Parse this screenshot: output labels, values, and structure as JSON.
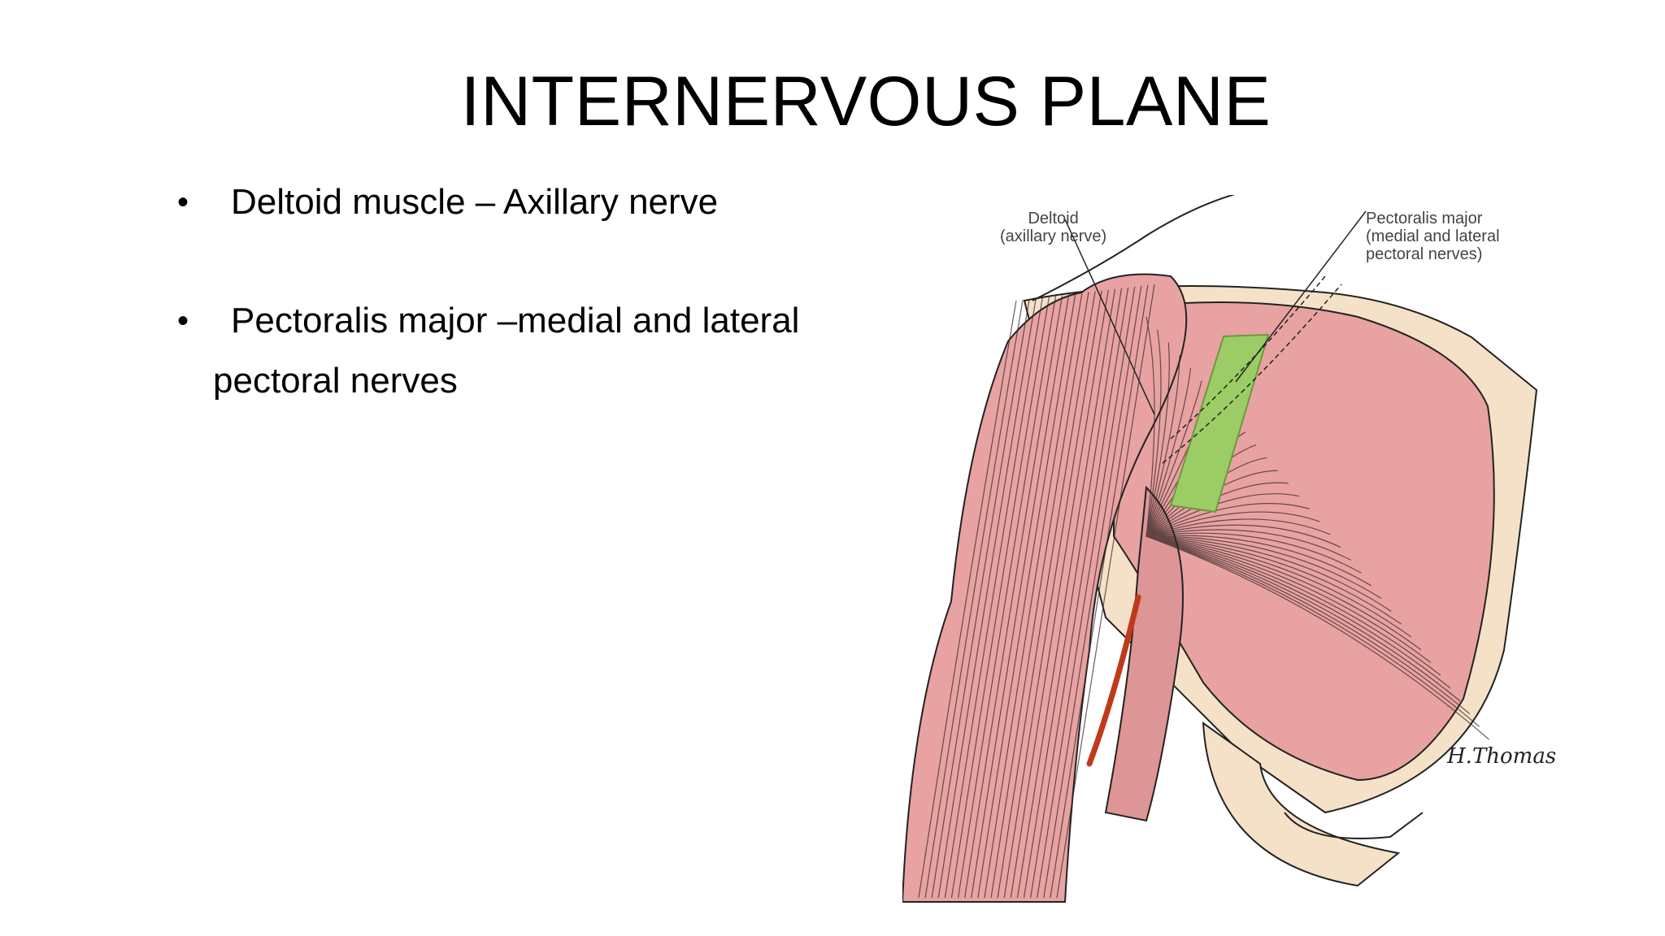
{
  "slide": {
    "title": "INTERNERVOUS PLANE",
    "bullets": [
      {
        "line1": "Deltoid muscle – Axillary nerve",
        "line2": ""
      },
      {
        "line1": "Pectoralis major –medial and lateral",
        "line2": "pectoral nerves"
      }
    ]
  },
  "figure": {
    "label_deltoid_1": "Deltoid",
    "label_deltoid_2": "(axillary nerve)",
    "label_pec_1": "Pectoralis major",
    "label_pec_2": "(medial and lateral",
    "label_pec_3": "pectoral nerves)",
    "signature": "H.Thomas",
    "colors": {
      "muscle": "#e8a2a2",
      "fiber": "#3a2a2a",
      "plane": "#9ccc65",
      "bone": "#f5e1c8",
      "vessel": "#c0391b"
    }
  }
}
